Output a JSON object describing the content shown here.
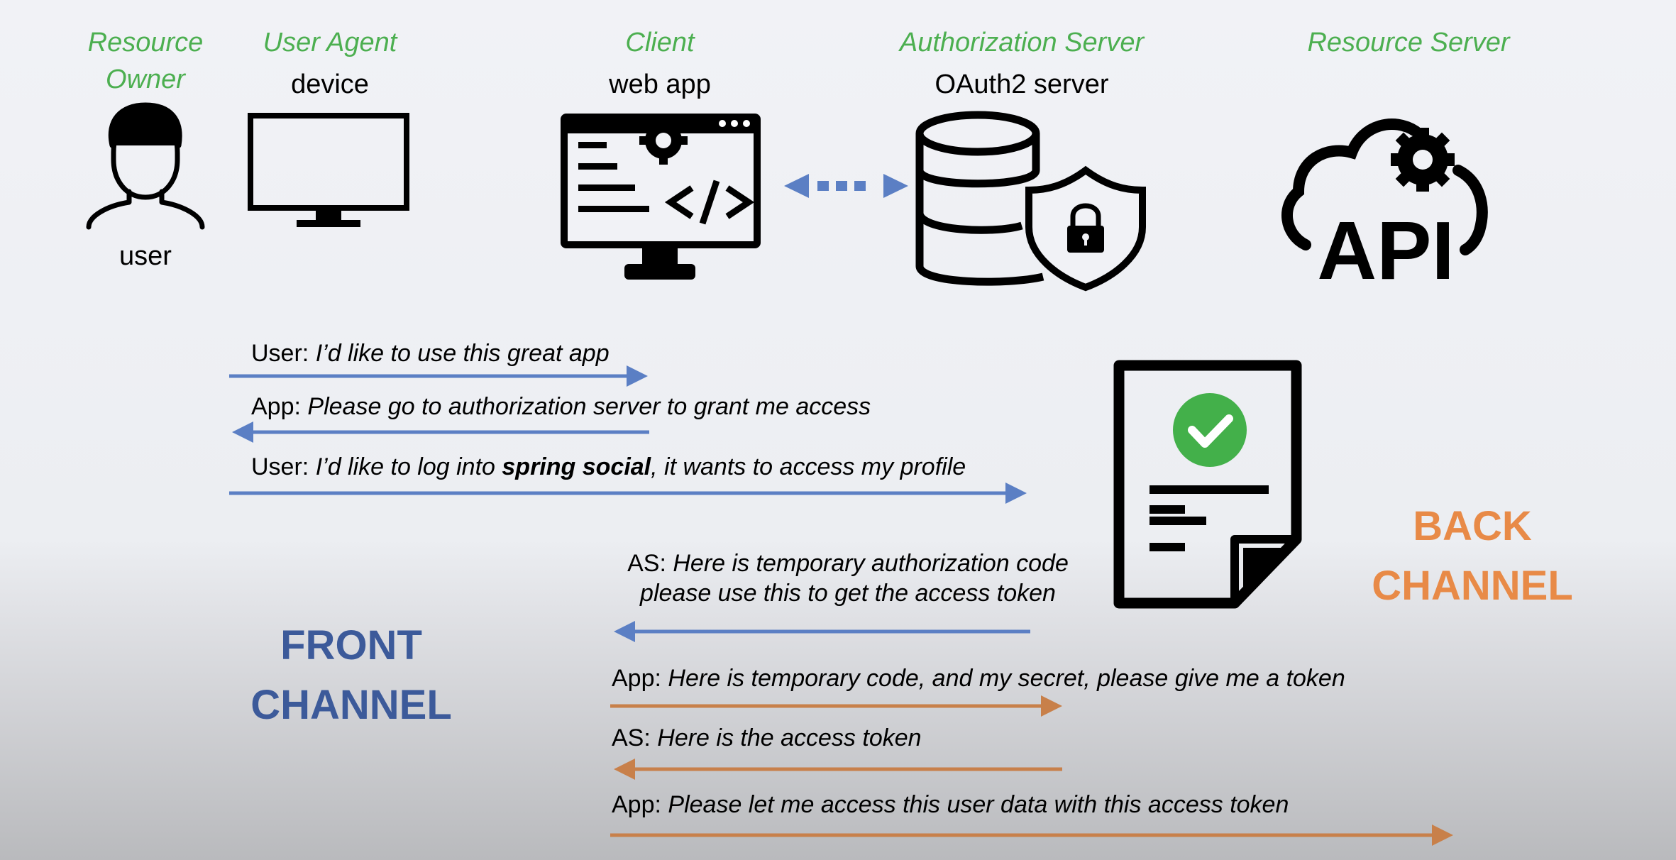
{
  "roles": {
    "resource_owner": {
      "label_line1": "Resource",
      "label_line2": "Owner",
      "sub": "user"
    },
    "user_agent": {
      "label": "User Agent",
      "sub": "device"
    },
    "client": {
      "label": "Client",
      "sub": "web app"
    },
    "authorization_server": {
      "label": "Authorization Server",
      "sub": "OAuth2 server"
    },
    "resource_server": {
      "label": "Resource Server",
      "icon_text": "API"
    }
  },
  "messages": {
    "m1": {
      "speaker": "User:",
      "text": "I’d like to use this great app"
    },
    "m2": {
      "speaker": "App:",
      "text": "Please go to authorization server to grant me access"
    },
    "m3": {
      "speaker": "User:",
      "text_pre": "I’d like to log into ",
      "text_bold": "spring social",
      "text_post": ", it wants to access my profile"
    },
    "m4": {
      "speaker": "AS:",
      "line1": "Here is temporary authorization code",
      "line2": "please use this to get the access token"
    },
    "m5": {
      "speaker": "App:",
      "text": "Here is temporary code, and my secret, please give me a token"
    },
    "m6": {
      "speaker": "AS:",
      "text": "Here is the access token"
    },
    "m7": {
      "speaker": "App:",
      "text": "Please let me access this user data with this access token"
    }
  },
  "channels": {
    "front": {
      "line1": "FRONT",
      "line2": "CHANNEL"
    },
    "back": {
      "line1": "BACK",
      "line2": "CHANNEL"
    }
  },
  "colors": {
    "role": "#4caf50",
    "front": "#3c5a9a",
    "back": "#e88a47",
    "arrow_front": "#5b7fc4",
    "arrow_back": "#c8804a",
    "check": "#43b04a"
  }
}
